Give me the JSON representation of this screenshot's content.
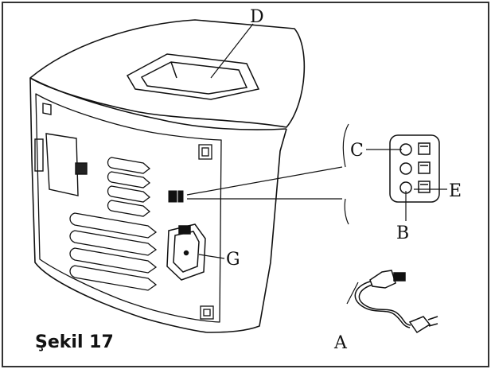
{
  "figure": {
    "caption": "Şekil 17"
  },
  "callouts": {
    "a": "A",
    "b": "B",
    "c": "C",
    "d": "D",
    "e": "E",
    "g": "G"
  },
  "colors": {
    "line": "#111111",
    "border": "#333333",
    "background": "#ffffff"
  }
}
